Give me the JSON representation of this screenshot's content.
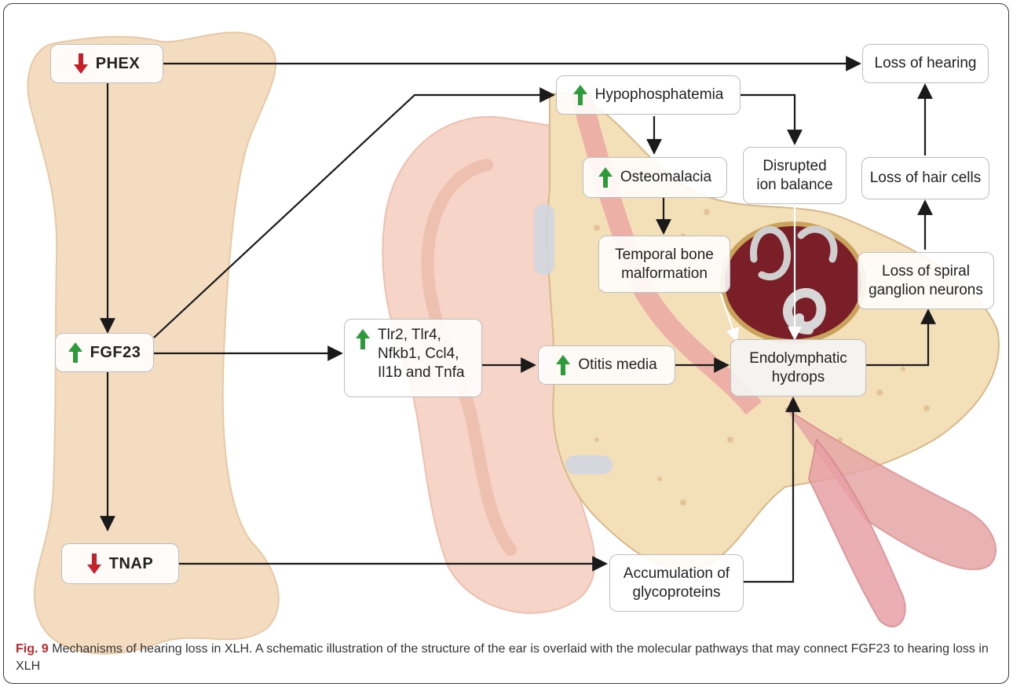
{
  "nodes": {
    "phex": {
      "label": "PHEX",
      "direction": "down"
    },
    "fgf23": {
      "label": "FGF23",
      "direction": "up"
    },
    "tnap": {
      "label": "TNAP",
      "direction": "down"
    },
    "hypophosphatemia": {
      "label": "Hypophosphatemia",
      "direction": "up"
    },
    "osteomalacia": {
      "label": "Osteomalacia",
      "direction": "up"
    },
    "disrupted_ion": {
      "label": "Disrupted\nion balance"
    },
    "temporal_bone": {
      "label": "Temporal bone\nmalformation"
    },
    "tlr": {
      "label": "Tlr2, Tlr4,\nNfkb1, Ccl4,\nIl1b and Tnfa",
      "direction": "up"
    },
    "otitis": {
      "label": "Otitis media",
      "direction": "up"
    },
    "endolymphatic": {
      "label": "Endolymphatic\nhydrops"
    },
    "glycoproteins": {
      "label": "Accumulation of\nglycoproteins"
    },
    "loss_hearing": {
      "label": "Loss of hearing"
    },
    "loss_hair": {
      "label": "Loss of hair cells"
    },
    "loss_spiral": {
      "label": "Loss of spiral\nganglion neurons"
    }
  },
  "caption": {
    "fig_label": "Fig. 9",
    "text": "Mechanisms of hearing loss in XLH. A schematic illustration of the structure of the ear is overlaid with the molecular pathways that may connect FGF23 to hearing loss in XLH"
  },
  "colors": {
    "up_arrow": "#2e9b3a",
    "down_arrow": "#c8202b",
    "bone": "#f4dcc0",
    "ear_skin": "#f6d5c8",
    "connector": "#1a1a1a"
  }
}
